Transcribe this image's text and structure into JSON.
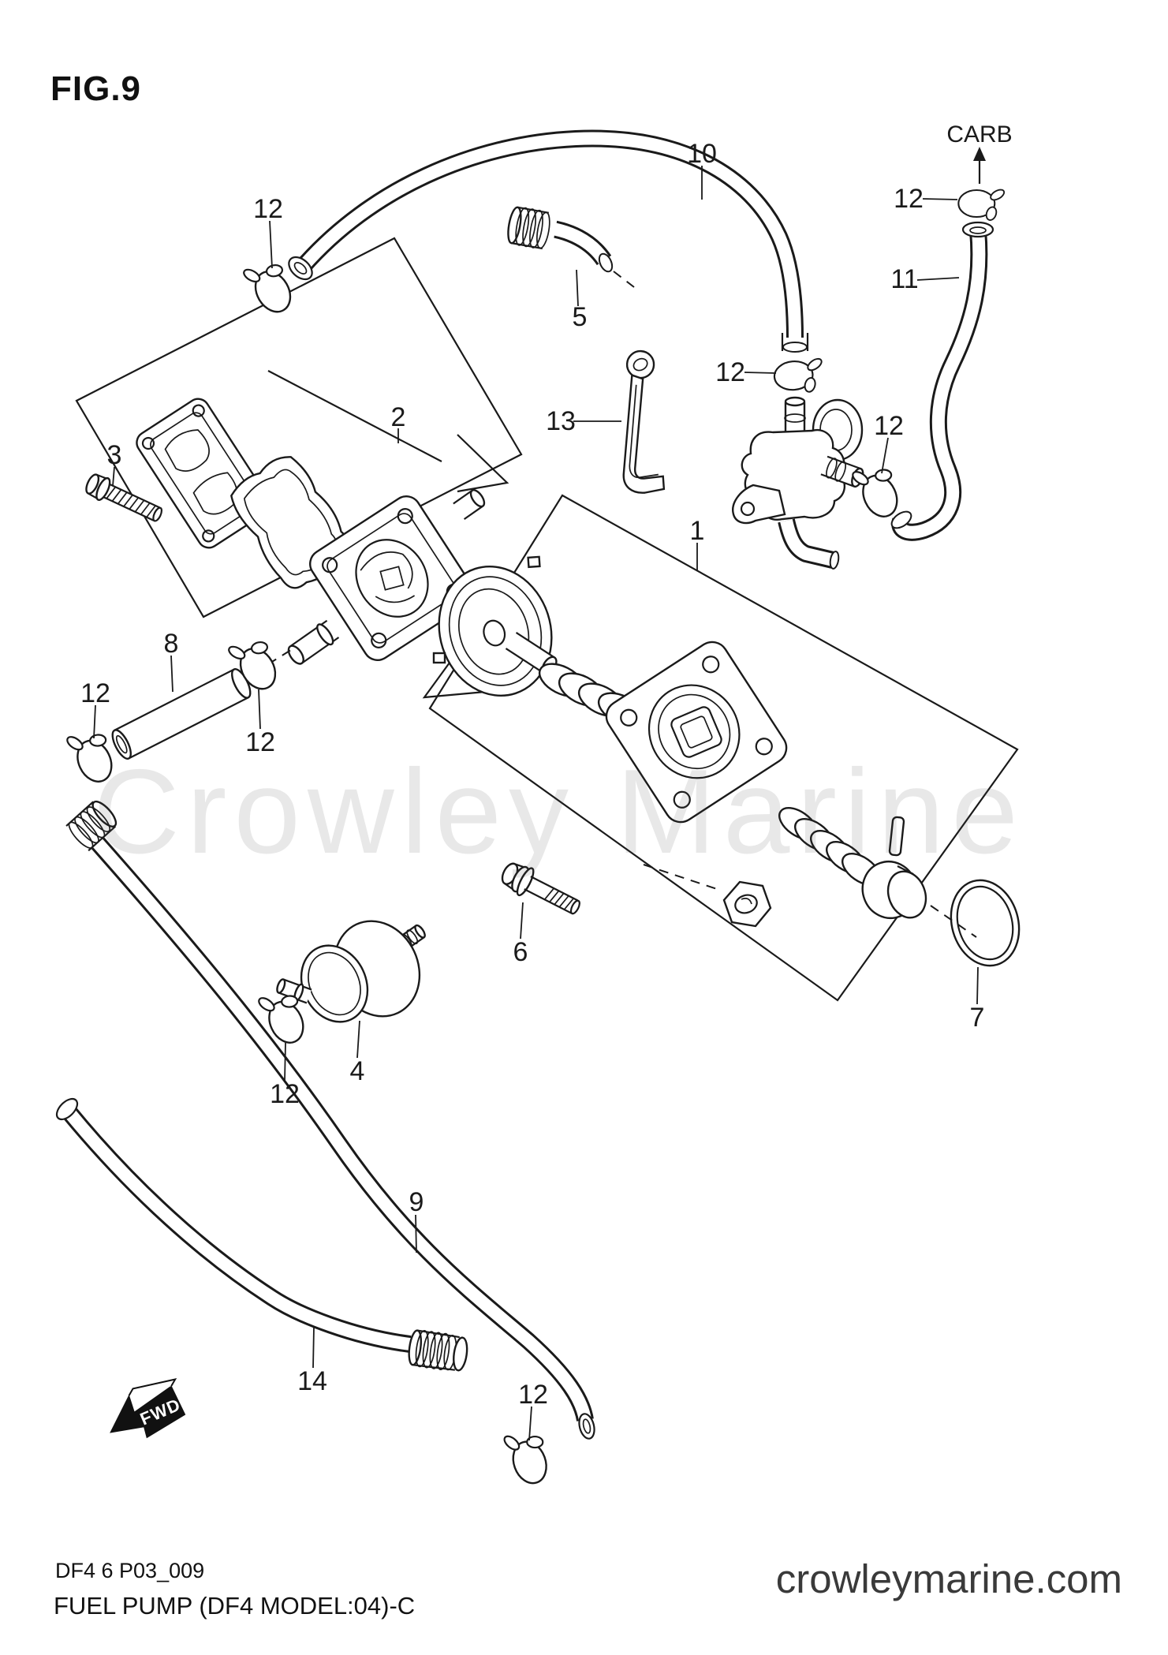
{
  "figure": {
    "title": "FIG.9"
  },
  "watermark": {
    "text": "Crowley Marine"
  },
  "diagram": {
    "flow_label": "CARB",
    "fwd_label": "FWD",
    "colors": {
      "line": "#1a1a1a",
      "watermark_tint": "rgba(80,80,80,0.13)",
      "website_text": "#3a3a3a"
    },
    "callouts": [
      {
        "n": "1"
      },
      {
        "n": "2"
      },
      {
        "n": "3"
      },
      {
        "n": "4"
      },
      {
        "n": "5"
      },
      {
        "n": "6"
      },
      {
        "n": "7"
      },
      {
        "n": "8"
      },
      {
        "n": "9"
      },
      {
        "n": "10"
      },
      {
        "n": "11"
      },
      {
        "n": "13"
      },
      {
        "n": "14"
      },
      {
        "n": "12"
      },
      {
        "n": "12"
      },
      {
        "n": "12"
      },
      {
        "n": "12"
      },
      {
        "n": "12"
      },
      {
        "n": "12"
      },
      {
        "n": "12"
      },
      {
        "n": "12"
      }
    ]
  },
  "footer": {
    "drawing_code": "DF4 6 P03_009",
    "caption": "FUEL PUMP (DF4 MODEL:04)-C",
    "website": "crowleymarine.com"
  }
}
